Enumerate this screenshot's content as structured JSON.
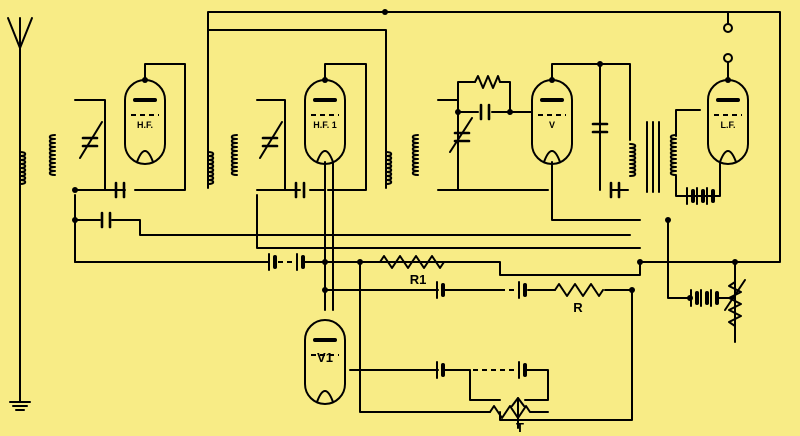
{
  "valves": {
    "hf": {
      "label": "H.F."
    },
    "hf1": {
      "label": "H.F. 1"
    },
    "v": {
      "label": "V"
    },
    "lf": {
      "label": "L.F."
    },
    "v1": {
      "label": "V1"
    }
  },
  "components": {
    "r1": {
      "label": "R1"
    },
    "r": {
      "label": "R"
    },
    "t": {
      "label": "T"
    }
  },
  "colors": {
    "background": "#f8ec86",
    "ink": "#000000"
  }
}
